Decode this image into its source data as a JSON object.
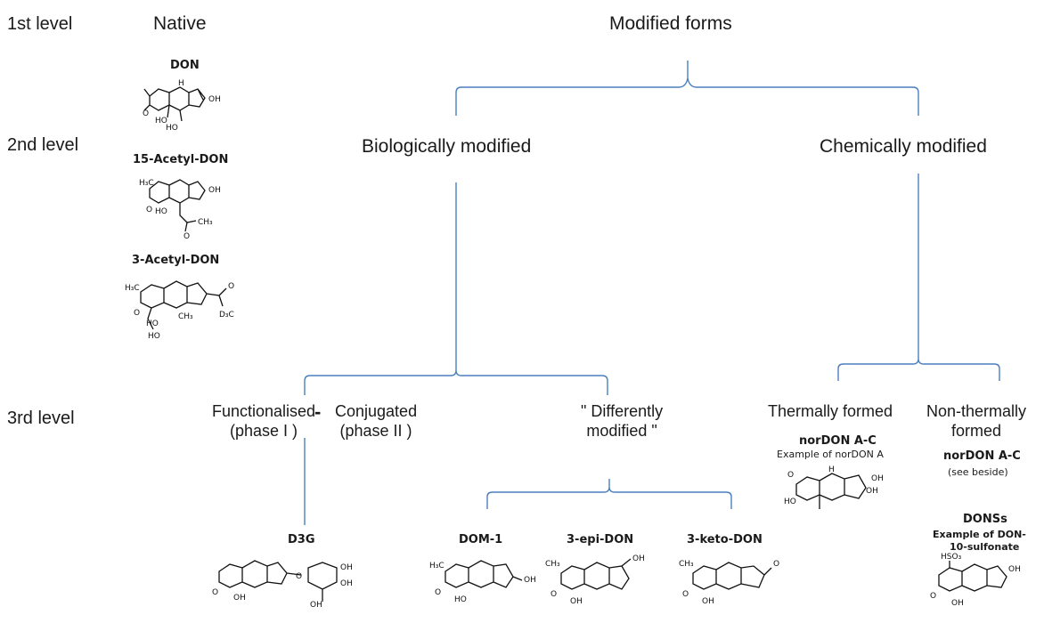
{
  "levels": {
    "first": "1st level",
    "second": "2nd level",
    "third": "3rd level"
  },
  "headers": {
    "native": "Native",
    "modified_forms": "Modified forms",
    "biologically_modified": "Biologically modified",
    "chemically_modified": "Chemically modified"
  },
  "third_level": {
    "functionalised_1": "Functionalised",
    "functionalised_2": "(phase I )",
    "separator": "-",
    "conjugated_1": "Conjugated",
    "conjugated_2": "(phase II )",
    "differently_1": "\" Differently",
    "differently_2": "modified \"",
    "thermally": "Thermally formed",
    "nonthermal_1": "Non-thermally",
    "nonthermal_2": "formed"
  },
  "molecules": {
    "don": "DON",
    "acetyl15": "15-Acetyl-DON",
    "acetyl3": "3-Acetyl-DON",
    "d3g": "D3G",
    "dom1": "DOM-1",
    "epi3": "3-epi-DON",
    "keto3": "3-keto-DON",
    "nordon_thermal": "norDON A-C",
    "nordon_thermal_note": "Example of norDON A",
    "nordon_nonthermal": "norDON A-C",
    "nordon_nonthermal_note": "(see beside)",
    "donss": "DONSs",
    "donss_note_1": "Example of DON-",
    "donss_note_2": "10-sulfonate"
  },
  "colors": {
    "brace": "#4a7fbf"
  },
  "icons": [
    "chemical-structure-icon"
  ]
}
